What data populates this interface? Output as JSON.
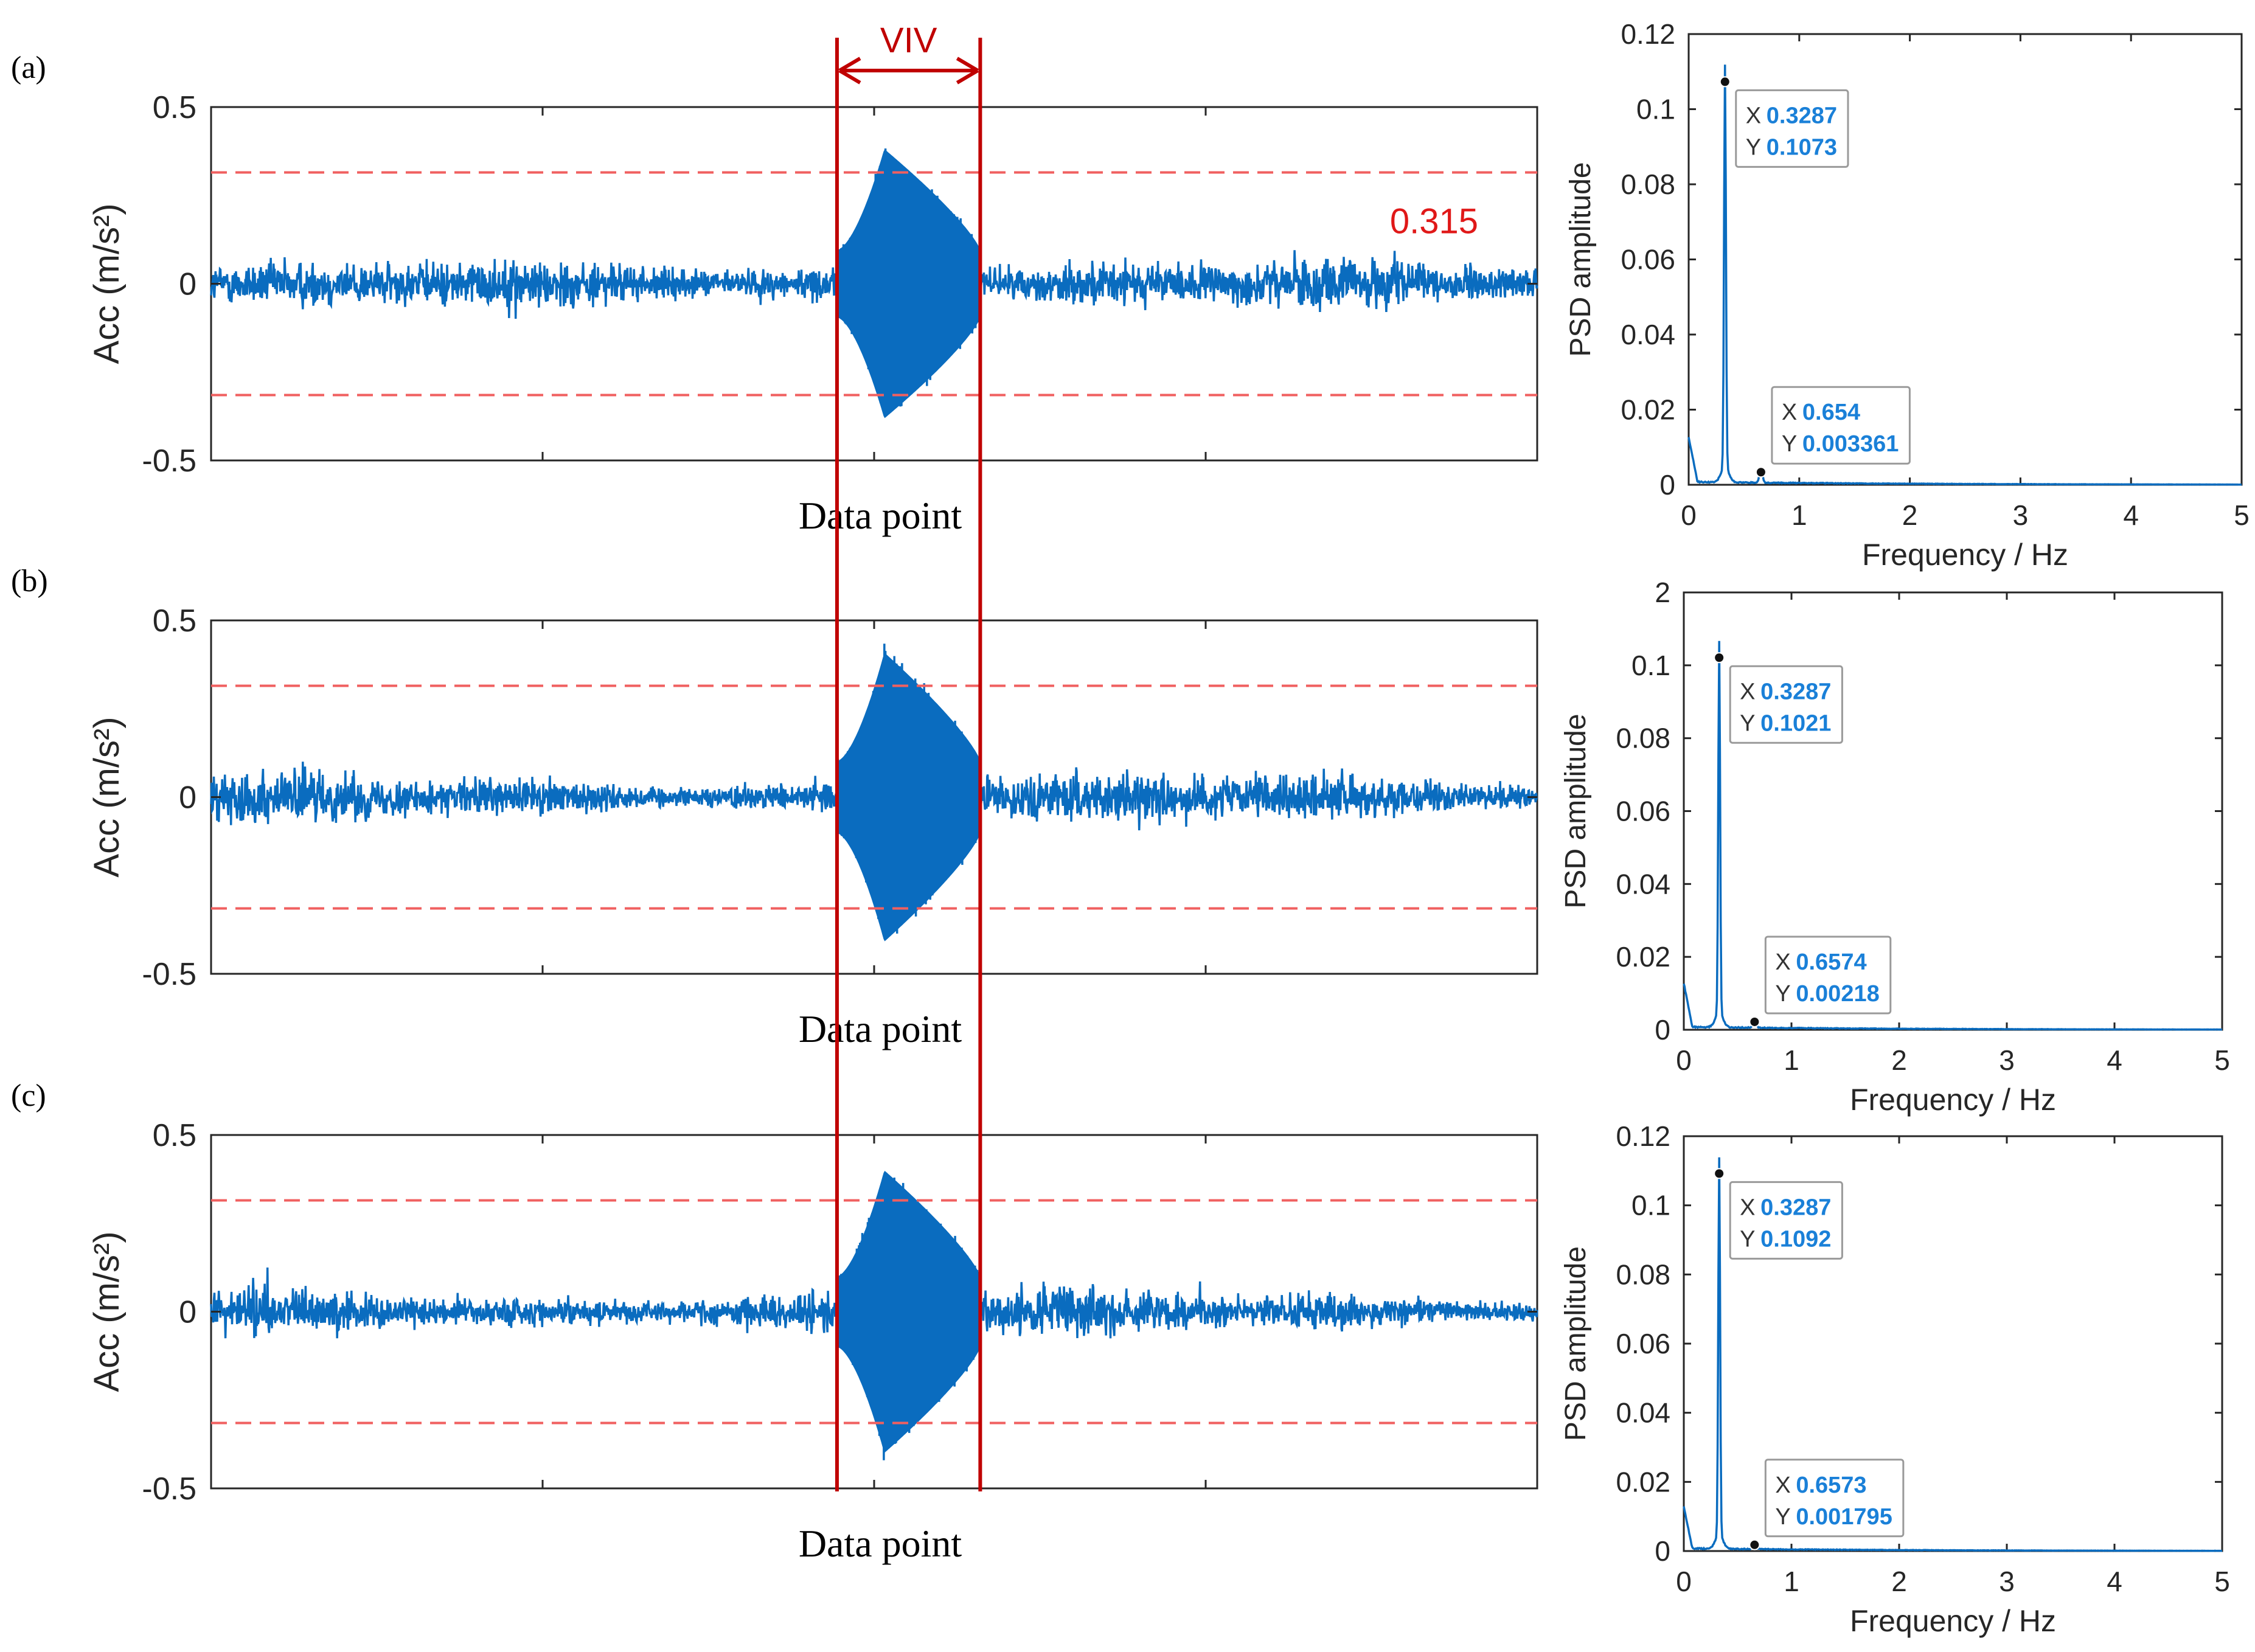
{
  "figure": {
    "viv_label": "VIV",
    "threshold_label": "0.315",
    "threshold_value": 0.315,
    "colors": {
      "signal": "#0a6cbf",
      "threshold": "#f06060",
      "viv": "#c00000",
      "datatip_text": "#1a80d8"
    }
  },
  "chart_data": [
    {
      "type": "line",
      "panel_label": "(a)",
      "ylabel": "Acc (m/s²)",
      "xlabel": "Data point",
      "ylim": [
        -0.5,
        0.5
      ],
      "yticks": [
        "0.5",
        "0",
        "-0.5"
      ],
      "yticks_values": [
        0.5,
        0,
        -0.5
      ],
      "threshold": [
        0.315,
        -0.315
      ],
      "viv_window": [
        0.472,
        0.58
      ],
      "peak_amplitude": 0.41,
      "background_amplitude": 0.07
    },
    {
      "type": "line",
      "panel_label": "(b)",
      "ylabel": "Acc (m/s²)",
      "xlabel": "Data point",
      "ylim": [
        -0.5,
        0.5
      ],
      "yticks": [
        "0.5",
        "0",
        "-0.5"
      ],
      "yticks_values": [
        0.5,
        0,
        -0.5
      ],
      "threshold": [
        0.315,
        -0.315
      ],
      "viv_window": [
        0.472,
        0.58
      ],
      "peak_amplitude": 0.44,
      "background_amplitude": 0.07
    },
    {
      "type": "line",
      "panel_label": "(c)",
      "ylabel": "Acc (m/s²)",
      "xlabel": "Data point",
      "ylim": [
        -0.5,
        0.5
      ],
      "yticks": [
        "0.5",
        "0",
        "-0.5"
      ],
      "yticks_values": [
        0.5,
        0,
        -0.5
      ],
      "threshold": [
        0.315,
        -0.315
      ],
      "viv_window": [
        0.472,
        0.58
      ],
      "peak_amplitude": 0.43,
      "background_amplitude": 0.07
    },
    {
      "type": "line",
      "xlabel": "Frequency / Hz",
      "ylabel": "PSD amplitude",
      "xlim": [
        0,
        5
      ],
      "ylim": [
        0,
        0.12
      ],
      "xticks": [
        "0",
        "1",
        "2",
        "3",
        "4",
        "5"
      ],
      "xticks_values": [
        0,
        1,
        2,
        3,
        4,
        5
      ],
      "yticks": [
        "0",
        "0.02",
        "0.04",
        "0.06",
        "0.08",
        "0.1",
        "0.12"
      ],
      "yticks_values": [
        0,
        0.02,
        0.04,
        0.06,
        0.08,
        0.1,
        0.12
      ],
      "peaks": [
        {
          "x": 0.3287,
          "y": 0.1073,
          "x_label": "0.3287",
          "y_label": "0.1073"
        },
        {
          "x": 0.654,
          "y": 0.003361,
          "x_label": "0.654",
          "y_label": "0.003361"
        }
      ]
    },
    {
      "type": "line",
      "xlabel": "Frequency / Hz",
      "ylabel": "PSD amplitude",
      "xlim": [
        0,
        5
      ],
      "ylim": [
        0,
        0.12
      ],
      "xticks": [
        "0",
        "1",
        "2",
        "3",
        "4",
        "5"
      ],
      "xticks_values": [
        0,
        1,
        2,
        3,
        4,
        5
      ],
      "yticks": [
        "0",
        "0.02",
        "0.04",
        "0.06",
        "0.08",
        "0.1",
        "2"
      ],
      "yticks_values": [
        0,
        0.02,
        0.04,
        0.06,
        0.08,
        0.1,
        0.12
      ],
      "peaks": [
        {
          "x": 0.3287,
          "y": 0.1021,
          "x_label": "0.3287",
          "y_label": "0.1021"
        },
        {
          "x": 0.6574,
          "y": 0.00218,
          "x_label": "0.6574",
          "y_label": "0.00218"
        }
      ]
    },
    {
      "type": "line",
      "xlabel": "Frequency / Hz",
      "ylabel": "PSD amplitude",
      "xlim": [
        0,
        5
      ],
      "ylim": [
        0,
        0.12
      ],
      "xticks": [
        "0",
        "1",
        "2",
        "3",
        "4",
        "5"
      ],
      "xticks_values": [
        0,
        1,
        2,
        3,
        4,
        5
      ],
      "yticks": [
        "0",
        "0.02",
        "0.04",
        "0.06",
        "0.08",
        "0.1",
        "0.12"
      ],
      "yticks_values": [
        0,
        0.02,
        0.04,
        0.06,
        0.08,
        0.1,
        0.12
      ],
      "peaks": [
        {
          "x": 0.3287,
          "y": 0.1092,
          "x_label": "0.3287",
          "y_label": "0.1092"
        },
        {
          "x": 0.6573,
          "y": 0.001795,
          "x_label": "0.6573",
          "y_label": "0.001795"
        }
      ]
    }
  ]
}
